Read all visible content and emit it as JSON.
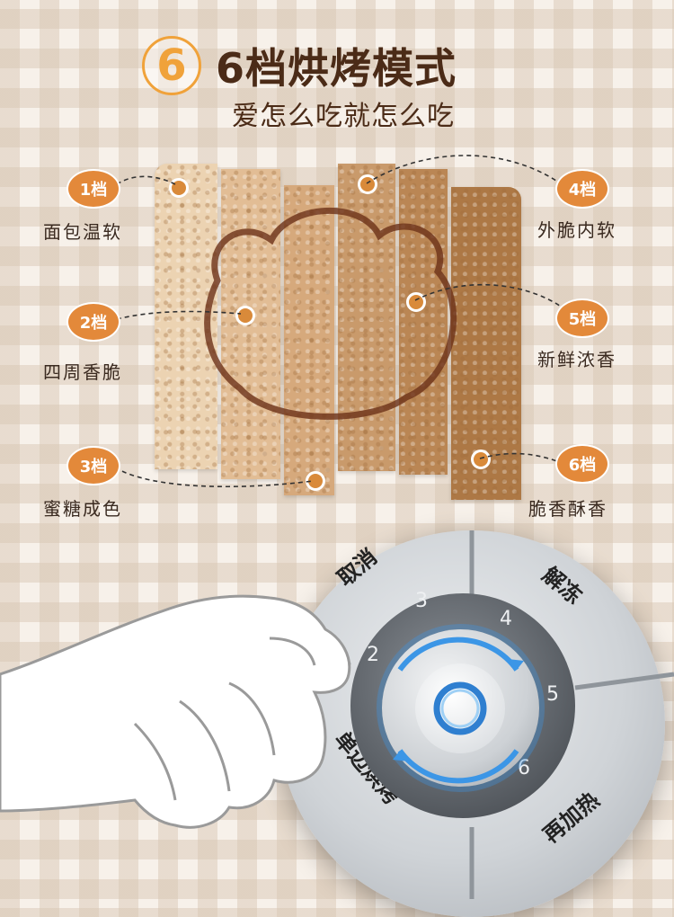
{
  "header": {
    "number": "6",
    "title": "6档烘烤模式",
    "subtitle": "爱怎么吃就怎么吃"
  },
  "levels": [
    {
      "badge": "1档",
      "desc": "面包温软"
    },
    {
      "badge": "2档",
      "desc": "四周香脆"
    },
    {
      "badge": "3档",
      "desc": "蜜糖成色"
    },
    {
      "badge": "4档",
      "desc": "外脆内软"
    },
    {
      "badge": "5档",
      "desc": "新鲜浓香"
    },
    {
      "badge": "6档",
      "desc": "脆香酥香"
    }
  ],
  "dial": {
    "buttons": {
      "cancel": "取消",
      "defrost": "解冻",
      "single_side": "单边烘烤",
      "reheat": "再加热"
    },
    "numbers": [
      "2",
      "3",
      "4",
      "5",
      "6"
    ]
  },
  "colors": {
    "accent": "#e3893a",
    "title": "#4b2b17",
    "knob_glow": "#3c96e6"
  }
}
